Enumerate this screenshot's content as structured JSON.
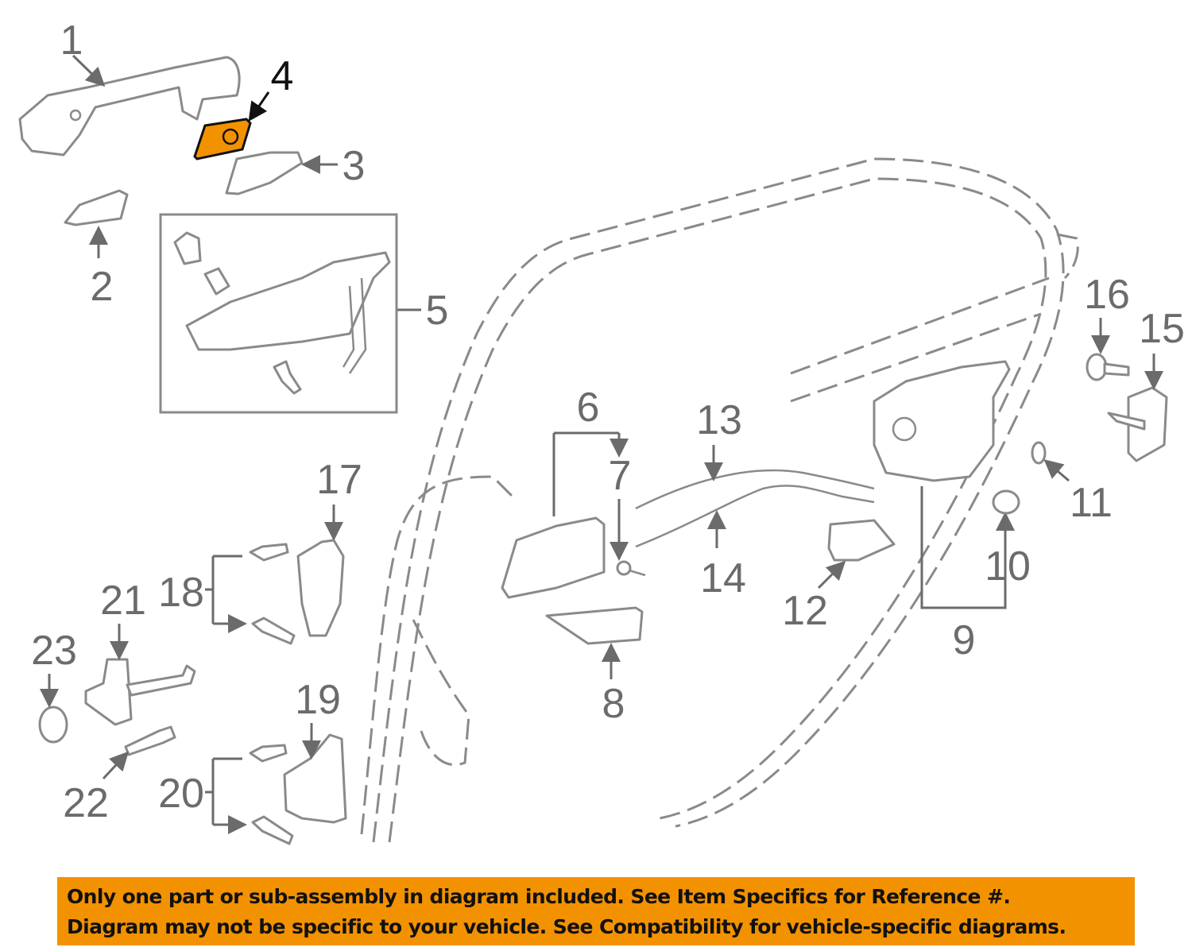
{
  "diagram": {
    "callouts": [
      "1",
      "2",
      "3",
      "4",
      "5",
      "6",
      "7",
      "8",
      "9",
      "10",
      "11",
      "12",
      "13",
      "14",
      "15",
      "16",
      "17",
      "18",
      "19",
      "20",
      "21",
      "22",
      "23"
    ],
    "highlighted_part": "4",
    "highlight_color": "#f39200"
  },
  "banner": {
    "line1": "Only one part or sub-assembly in diagram included. See Item Specifics for Reference #.",
    "line2": "Diagram may not be specific to your vehicle. See Compatibility for vehicle-specific diagrams.",
    "color": "#f39200"
  }
}
